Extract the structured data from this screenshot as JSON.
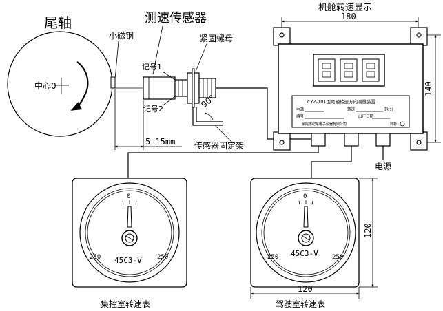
{
  "labels": {
    "tail_shaft": "尾轴",
    "speed_sensor": "测速传感器",
    "small_magnet": "小磁钢",
    "lock_nut": "紧固螺母",
    "center": "中心0",
    "mark1": "记号1",
    "mark2": "记号2",
    "angle": "90°",
    "gap": "5-15mm",
    "sensor_bracket": "传感器固定架",
    "cabin_display": "机舱转速显示",
    "power": "电源",
    "control_room_meter": "集控室转速表",
    "bridge_meter": "驾驶室转速表"
  },
  "display_box": {
    "width_dim": "180",
    "height_dim": "140",
    "nameplate_title": "CYZ-101型尾轴转速方向测量装置",
    "nameplate_fields": [
      "电源",
      "转速",
      "转/分",
      "编号",
      "出厂日期"
    ],
    "manufacturer": "余姚市纪东电子仪器有限公司",
    "nameplate_mark": "商标"
  },
  "meters": [
    {
      "zero": "0",
      "left_tick": "250",
      "right_tick": "250",
      "model": "45C3-V"
    },
    {
      "zero": "0",
      "left_tick": "250",
      "right_tick": "250",
      "model": "45C3-V",
      "width_dim": "120",
      "height_dim": "120"
    }
  ]
}
